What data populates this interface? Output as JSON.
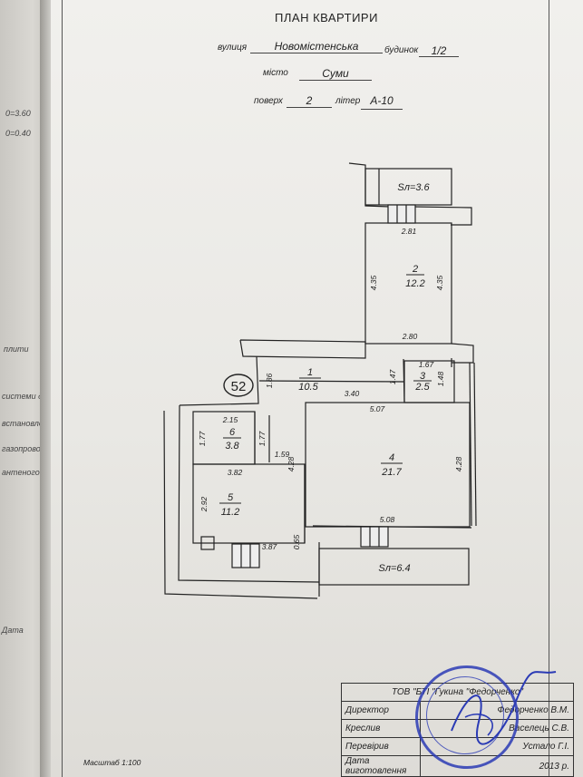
{
  "document": {
    "title": "ПЛАН КВАРТИРИ",
    "street_label": "вулиця",
    "street": "Новомістенська",
    "building_label": "будинок",
    "building": "1/2",
    "city_label": "місто",
    "city": "Суми",
    "floor_label": "поверх",
    "floor": "2",
    "letter_label": "літер",
    "letter": "А-10",
    "scale": "Масштаб 1:100"
  },
  "plan": {
    "apartment_number": "52",
    "balcony_top": "Sл=3.6",
    "balcony_bottom": "Sл=6.4",
    "rooms": [
      {
        "id": "room-1",
        "number": "1",
        "area": "10.5"
      },
      {
        "id": "room-2",
        "number": "2",
        "area": "12.2"
      },
      {
        "id": "room-3",
        "number": "3",
        "area": "2.5"
      },
      {
        "id": "room-4",
        "number": "4",
        "area": "21.7"
      },
      {
        "id": "room-5",
        "number": "5",
        "area": "11.2"
      },
      {
        "id": "room-6",
        "number": "6",
        "area": "3.8"
      }
    ],
    "dimensions": [
      "2.81",
      "4.35",
      "4.35",
      "2.80",
      "1.67",
      "1.47",
      "1.48",
      "1.86",
      "3.40",
      "5.07",
      "2.15",
      "1.77",
      "1.77",
      "1.59",
      "4.28",
      "4.28",
      "3.82",
      "2.92",
      "0.65",
      "3.87",
      "5.08"
    ]
  },
  "title_block": {
    "org": "ТОВ \"БТІ \"Гукина \"Федорченко\"",
    "rows": [
      {
        "role": "Директор",
        "name": "Федорченко В.М."
      },
      {
        "role": "Креслив",
        "name": "Васелець С.В."
      },
      {
        "role": "Перевірив",
        "name": "Устало Г.І."
      },
      {
        "role": "Дата виготовлення",
        "name": "2013 р."
      }
    ]
  },
  "left_page_fragments": [
    "плити",
    "системи диспетчер",
    "встановлених",
    "газопровод",
    "антеного",
    "Дата",
    "0=3.60",
    "0=0.40"
  ]
}
